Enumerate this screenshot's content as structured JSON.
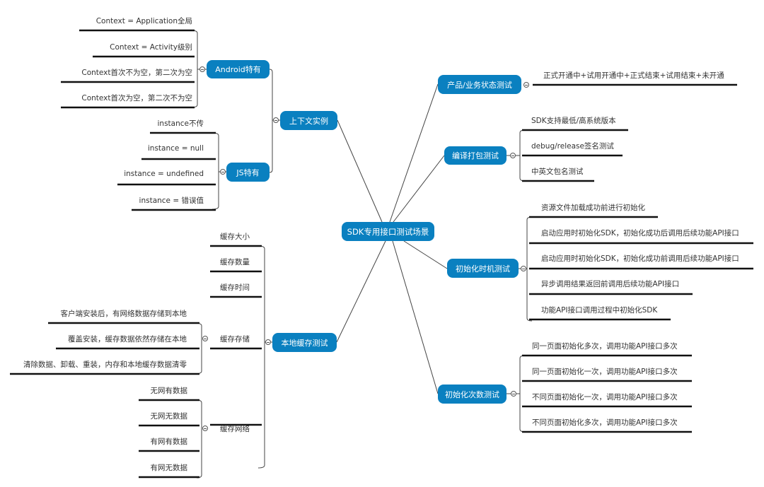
{
  "root": {
    "label": "SDK专用接口测试场景"
  },
  "colors": {
    "node_bg": "#0a80c0",
    "node_text": "#ffffff",
    "line": "#333333",
    "leaf_text": "#333333"
  },
  "branches": {
    "context": {
      "label": "上下文实例",
      "android": {
        "label": "Android特有",
        "items": [
          "Context = Application全局",
          "Context = Activity级别",
          "Context首次不为空，第二次为空",
          "Context首次为空，第二次不为空"
        ]
      },
      "js": {
        "label": "JS特有",
        "items": [
          "instance不传",
          "instance = null",
          "instance = undefined",
          "instance = 错误值"
        ]
      }
    },
    "cache": {
      "label": "本地缓存测试",
      "items": [
        "缓存大小",
        "缓存数量",
        "缓存时间"
      ],
      "storage": {
        "label": "缓存存储",
        "items": [
          "客户端安装后，有网络数据存储到本地",
          "覆盖安装，缓存数据依然存储在本地",
          "清除数据、卸载、重装，内存和本地缓存数据清零"
        ]
      },
      "network": {
        "label": "缓存网络",
        "items": [
          "无网有数据",
          "无网无数据",
          "有网有数据",
          "有网无数据"
        ]
      }
    },
    "product": {
      "label": "产品/业务状态测试",
      "items": [
        "正式开通中+试用开通中+正式结束+试用结束+未开通"
      ]
    },
    "build": {
      "label": "编译打包测试",
      "items": [
        "SDK支持最低/高系统版本",
        "debug/release签名测试",
        "中英文包名测试"
      ]
    },
    "init_timing": {
      "label": "初始化时机测试",
      "items": [
        "资源文件加载成功前进行初始化",
        "启动应用时初始化SDK，初始化成功后调用后续功能API接口",
        "启动应用时初始化SDK，初始化成功前调用后续功能API接口",
        "异步调用结果返回前调用后续功能API接口",
        "功能API接口调用过程中初始化SDK"
      ]
    },
    "init_count": {
      "label": "初始化次数测试",
      "items": [
        "同一页面初始化多次，调用功能API接口多次",
        "同一页面初始化一次，调用功能API接口多次",
        "不同页面初始化一次，调用功能API接口多次",
        "不同页面初始化多次，调用功能API接口多次"
      ]
    }
  }
}
